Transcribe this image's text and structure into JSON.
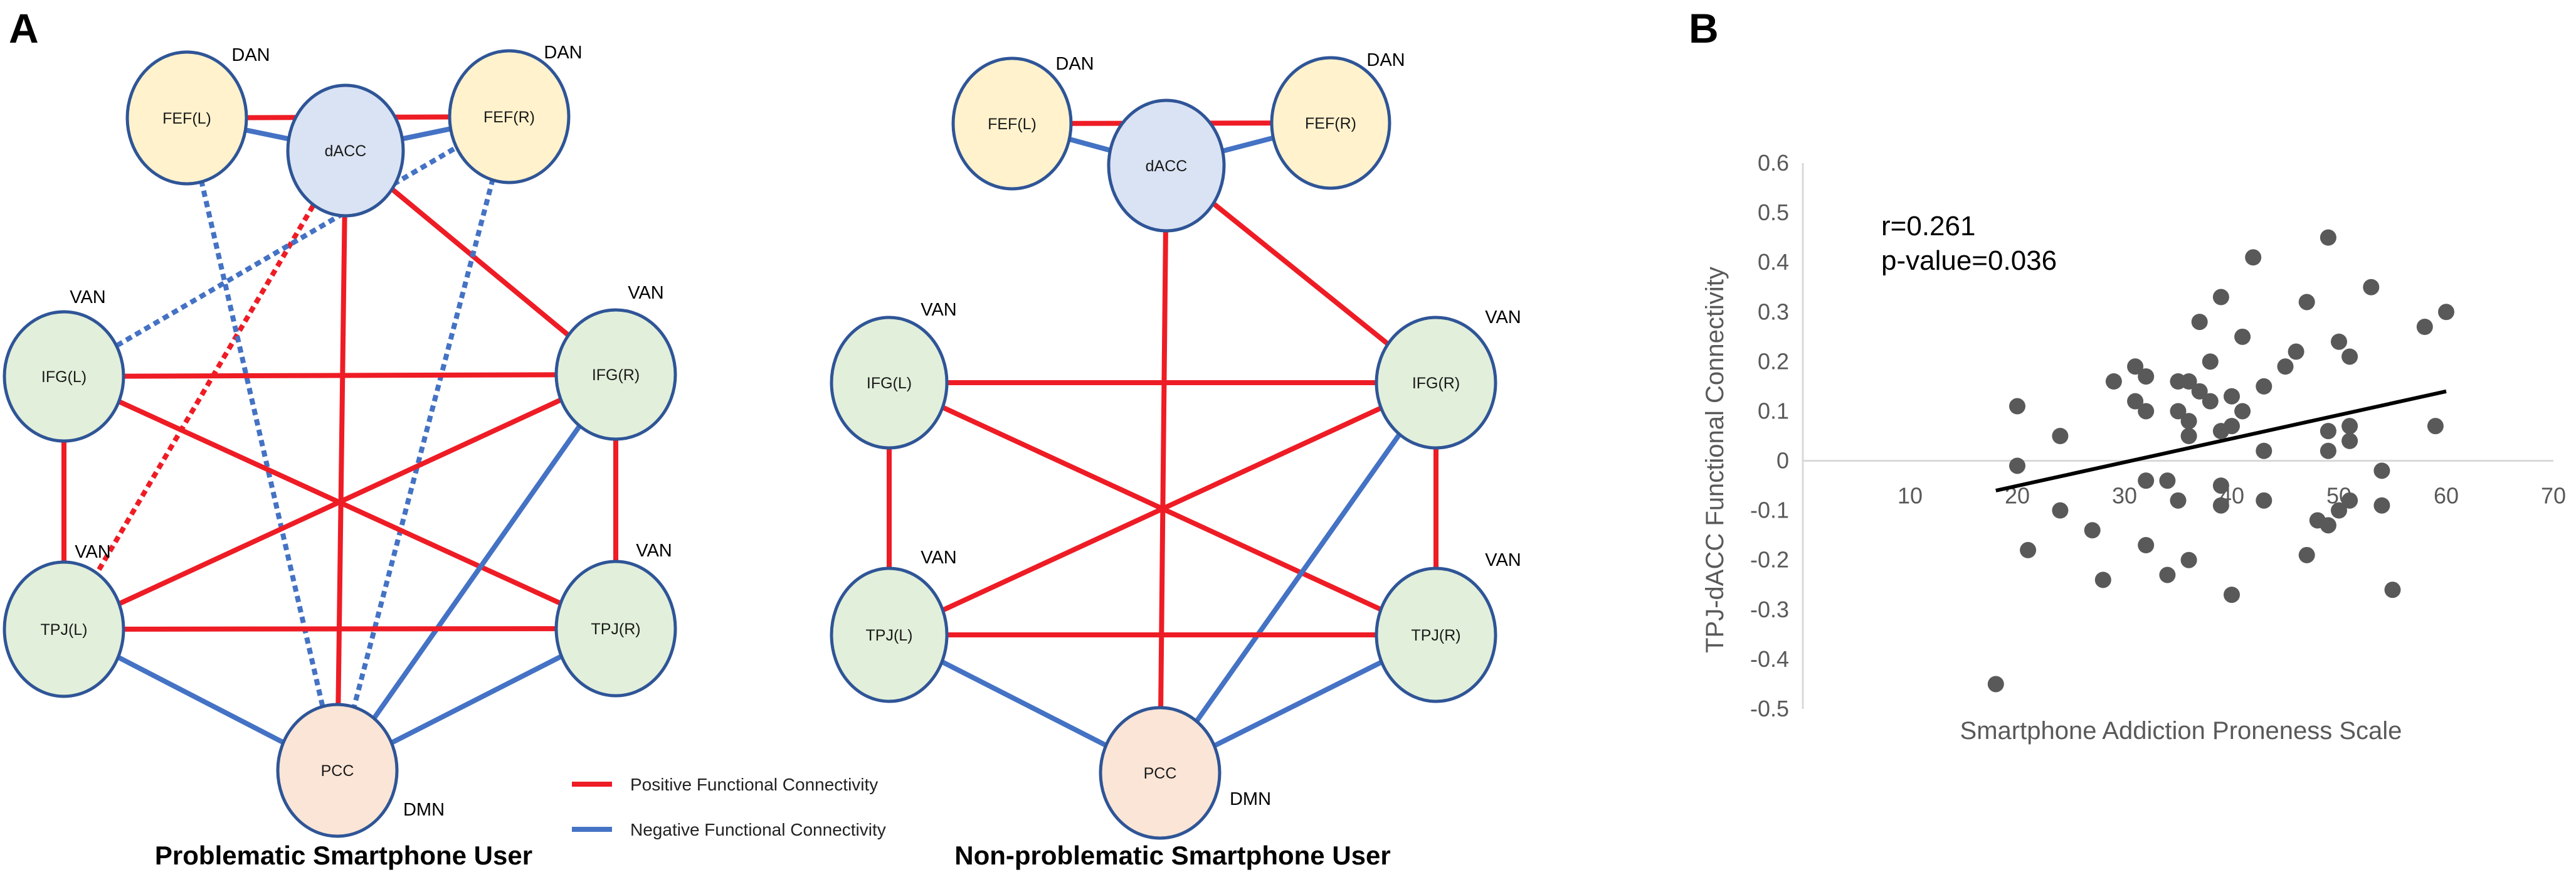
{
  "panels": {
    "A": "A",
    "B": "B"
  },
  "networks": [
    {
      "caption": "Problematic Smartphone User",
      "nodes": [
        {
          "id": "FEF(L)",
          "network": "DAN",
          "color": "#fff2cc"
        },
        {
          "id": "dACC",
          "network": "",
          "color": "#dae3f3"
        },
        {
          "id": "FEF(R)",
          "network": "DAN",
          "color": "#fff2cc"
        },
        {
          "id": "IFG(L)",
          "network": "VAN",
          "color": "#e2efda"
        },
        {
          "id": "IFG(R)",
          "network": "VAN",
          "color": "#e2efda"
        },
        {
          "id": "TPJ(L)",
          "network": "VAN",
          "color": "#e2efda"
        },
        {
          "id": "TPJ(R)",
          "network": "VAN",
          "color": "#e2efda"
        },
        {
          "id": "PCC",
          "network": "DMN",
          "color": "#fbe5d6"
        }
      ],
      "connections": [
        {
          "from": "FEF(L)",
          "to": "FEF(R)",
          "type": "positive",
          "style": "solid"
        },
        {
          "from": "FEF(L)",
          "to": "dACC",
          "type": "negative",
          "style": "solid"
        },
        {
          "from": "FEF(R)",
          "to": "dACC",
          "type": "negative",
          "style": "solid"
        },
        {
          "from": "dACC",
          "to": "IFG(R)",
          "type": "positive",
          "style": "solid"
        },
        {
          "from": "dACC",
          "to": "PCC",
          "type": "positive",
          "style": "solid"
        },
        {
          "from": "dACC",
          "to": "TPJ(L)",
          "type": "positive",
          "style": "dashed"
        },
        {
          "from": "FEF(L)",
          "to": "PCC",
          "type": "negative",
          "style": "dashed"
        },
        {
          "from": "FEF(R)",
          "to": "IFG(L)",
          "type": "negative",
          "style": "dashed"
        },
        {
          "from": "FEF(R)",
          "to": "PCC",
          "type": "negative",
          "style": "dashed"
        },
        {
          "from": "IFG(L)",
          "to": "IFG(R)",
          "type": "positive",
          "style": "solid"
        },
        {
          "from": "IFG(L)",
          "to": "TPJ(L)",
          "type": "positive",
          "style": "solid"
        },
        {
          "from": "IFG(L)",
          "to": "TPJ(R)",
          "type": "positive",
          "style": "solid"
        },
        {
          "from": "IFG(R)",
          "to": "TPJ(L)",
          "type": "positive",
          "style": "solid"
        },
        {
          "from": "IFG(R)",
          "to": "TPJ(R)",
          "type": "positive",
          "style": "solid"
        },
        {
          "from": "IFG(R)",
          "to": "PCC",
          "type": "negative",
          "style": "solid"
        },
        {
          "from": "TPJ(L)",
          "to": "TPJ(R)",
          "type": "positive",
          "style": "solid"
        },
        {
          "from": "TPJ(L)",
          "to": "PCC",
          "type": "negative",
          "style": "solid"
        },
        {
          "from": "TPJ(R)",
          "to": "PCC",
          "type": "negative",
          "style": "solid"
        }
      ]
    },
    {
      "caption": "Non-problematic Smartphone User",
      "nodes": [
        {
          "id": "FEF(L)",
          "network": "DAN",
          "color": "#fff2cc"
        },
        {
          "id": "dACC",
          "network": "",
          "color": "#dae3f3"
        },
        {
          "id": "FEF(R)",
          "network": "DAN",
          "color": "#fff2cc"
        },
        {
          "id": "IFG(L)",
          "network": "VAN",
          "color": "#e2efda"
        },
        {
          "id": "IFG(R)",
          "network": "VAN",
          "color": "#e2efda"
        },
        {
          "id": "TPJ(L)",
          "network": "VAN",
          "color": "#e2efda"
        },
        {
          "id": "TPJ(R)",
          "network": "VAN",
          "color": "#e2efda"
        },
        {
          "id": "PCC",
          "network": "DMN",
          "color": "#fbe5d6"
        }
      ],
      "connections": [
        {
          "from": "FEF(L)",
          "to": "FEF(R)",
          "type": "positive",
          "style": "solid"
        },
        {
          "from": "FEF(L)",
          "to": "dACC",
          "type": "negative",
          "style": "solid"
        },
        {
          "from": "FEF(R)",
          "to": "dACC",
          "type": "negative",
          "style": "solid"
        },
        {
          "from": "dACC",
          "to": "IFG(R)",
          "type": "positive",
          "style": "solid"
        },
        {
          "from": "dACC",
          "to": "PCC",
          "type": "positive",
          "style": "solid"
        },
        {
          "from": "IFG(L)",
          "to": "IFG(R)",
          "type": "positive",
          "style": "solid"
        },
        {
          "from": "IFG(L)",
          "to": "TPJ(L)",
          "type": "positive",
          "style": "solid"
        },
        {
          "from": "IFG(L)",
          "to": "TPJ(R)",
          "type": "positive",
          "style": "solid"
        },
        {
          "from": "IFG(R)",
          "to": "TPJ(L)",
          "type": "positive",
          "style": "solid"
        },
        {
          "from": "IFG(R)",
          "to": "TPJ(R)",
          "type": "positive",
          "style": "solid"
        },
        {
          "from": "IFG(R)",
          "to": "PCC",
          "type": "negative",
          "style": "solid"
        },
        {
          "from": "TPJ(L)",
          "to": "TPJ(R)",
          "type": "positive",
          "style": "solid"
        },
        {
          "from": "TPJ(L)",
          "to": "PCC",
          "type": "negative",
          "style": "solid"
        },
        {
          "from": "TPJ(R)",
          "to": "PCC",
          "type": "negative",
          "style": "solid"
        }
      ]
    }
  ],
  "legend": [
    {
      "label": "Positive Functional Connectivity",
      "color": "#ee1c25"
    },
    {
      "label": "Negative Functional Connectivity",
      "color": "#4472c4"
    }
  ],
  "colors": {
    "positive": "#ee1c25",
    "negative": "#4472c4",
    "node_border": "#2f5597",
    "point": "#595959",
    "trendline": "#000000",
    "axis": "#d9d9d9"
  },
  "chart_data": {
    "type": "scatter",
    "xlabel": "Smartphone Addiction Proneness Scale",
    "ylabel": "TPJ-dACC Functional Connectivity",
    "xlim": [
      0,
      70
    ],
    "ylim": [
      -0.5,
      0.6
    ],
    "xticks": [
      "10",
      "20",
      "30",
      "40",
      "50",
      "60",
      "70"
    ],
    "yticks": [
      "0.6",
      "0.5",
      "0.4",
      "0.3",
      "0.2",
      "0.1",
      "0",
      "-0.1",
      "-0.2",
      "-0.3",
      "-0.4",
      "-0.5"
    ],
    "annotations": [
      "r=0.261",
      "p-value=0.036"
    ],
    "trendline": {
      "x": [
        18,
        60
      ],
      "y": [
        -0.06,
        0.14
      ]
    },
    "points": [
      {
        "x": 18,
        "y": -0.45
      },
      {
        "x": 20,
        "y": 0.11
      },
      {
        "x": 20,
        "y": -0.01
      },
      {
        "x": 21,
        "y": -0.18
      },
      {
        "x": 24,
        "y": 0.05
      },
      {
        "x": 24,
        "y": -0.1
      },
      {
        "x": 27,
        "y": -0.14
      },
      {
        "x": 28,
        "y": -0.24
      },
      {
        "x": 29,
        "y": 0.16
      },
      {
        "x": 31,
        "y": 0.19
      },
      {
        "x": 31,
        "y": 0.12
      },
      {
        "x": 32,
        "y": 0.1
      },
      {
        "x": 32,
        "y": 0.17
      },
      {
        "x": 32,
        "y": -0.04
      },
      {
        "x": 32,
        "y": -0.17
      },
      {
        "x": 34,
        "y": -0.04
      },
      {
        "x": 34,
        "y": -0.23
      },
      {
        "x": 35,
        "y": 0.16
      },
      {
        "x": 35,
        "y": 0.1
      },
      {
        "x": 35,
        "y": -0.08
      },
      {
        "x": 36,
        "y": 0.16
      },
      {
        "x": 36,
        "y": 0.08
      },
      {
        "x": 36,
        "y": 0.05
      },
      {
        "x": 36,
        "y": -0.2
      },
      {
        "x": 37,
        "y": 0.28
      },
      {
        "x": 37,
        "y": 0.14
      },
      {
        "x": 38,
        "y": 0.12
      },
      {
        "x": 38,
        "y": 0.2
      },
      {
        "x": 39,
        "y": 0.33
      },
      {
        "x": 39,
        "y": 0.06
      },
      {
        "x": 39,
        "y": -0.05
      },
      {
        "x": 39,
        "y": -0.09
      },
      {
        "x": 40,
        "y": 0.13
      },
      {
        "x": 40,
        "y": 0.07
      },
      {
        "x": 40,
        "y": -0.27
      },
      {
        "x": 41,
        "y": 0.25
      },
      {
        "x": 41,
        "y": 0.1
      },
      {
        "x": 42,
        "y": 0.41
      },
      {
        "x": 43,
        "y": 0.15
      },
      {
        "x": 43,
        "y": 0.02
      },
      {
        "x": 43,
        "y": -0.08
      },
      {
        "x": 45,
        "y": 0.19
      },
      {
        "x": 46,
        "y": 0.22
      },
      {
        "x": 47,
        "y": 0.32
      },
      {
        "x": 47,
        "y": -0.19
      },
      {
        "x": 48,
        "y": -0.12
      },
      {
        "x": 49,
        "y": 0.45
      },
      {
        "x": 49,
        "y": 0.06
      },
      {
        "x": 49,
        "y": 0.02
      },
      {
        "x": 49,
        "y": -0.13
      },
      {
        "x": 50,
        "y": 0.24
      },
      {
        "x": 50,
        "y": -0.1
      },
      {
        "x": 51,
        "y": 0.21
      },
      {
        "x": 51,
        "y": 0.07
      },
      {
        "x": 51,
        "y": 0.04
      },
      {
        "x": 51,
        "y": -0.08
      },
      {
        "x": 53,
        "y": 0.35
      },
      {
        "x": 54,
        "y": -0.02
      },
      {
        "x": 54,
        "y": -0.09
      },
      {
        "x": 55,
        "y": -0.26
      },
      {
        "x": 58,
        "y": 0.27
      },
      {
        "x": 59,
        "y": 0.07
      },
      {
        "x": 60,
        "y": 0.3
      }
    ]
  }
}
